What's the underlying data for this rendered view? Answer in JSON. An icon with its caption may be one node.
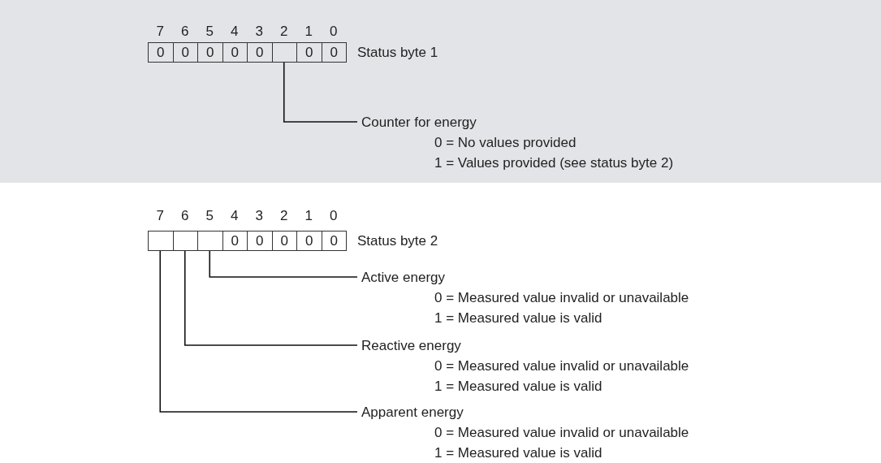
{
  "diagram": {
    "nodes": [
      {
        "text": [
          "0"
        ]
      },
      {
        "text": [
          "0"
        ]
      },
      {
        "text": [
          "0"
        ]
      },
      {
        "text": [
          "0"
        ]
      },
      {
        "text": [
          "0"
        ]
      },
      {
        "text": [],
        "shape": "box"
      },
      {
        "text": [
          "0"
        ]
      },
      {
        "text": [
          "0"
        ]
      },
      {
        "text": [
          "Counter for energy",
          "0 = No values provided",
          "1 = Values provided (see status byte 2)"
        ]
      },
      {
        "text": [],
        "shape": "box"
      },
      {
        "text": [],
        "shape": "box"
      },
      {
        "text": [],
        "shape": "box"
      },
      {
        "text": [
          "0"
        ]
      },
      {
        "text": [
          "0"
        ]
      },
      {
        "text": [
          "0"
        ]
      },
      {
        "text": [
          "0"
        ]
      },
      {
        "text": [
          "0"
        ]
      },
      {
        "text": [
          "Active energy",
          "0 = Measured value invalid or unavailable",
          "1 = Measured value is valid"
        ]
      },
      {
        "text": [
          "Reactive energy",
          "0 = Measured value invalid or unavailable",
          "1 = Measured value is valid"
        ]
      },
      {
        "text": [
          "Apparent energy",
          "0 = Measured value invalid or unavailable",
          "1 = Measured value is valid"
        ]
      }
    ],
    "edges": [
      {
        "from": 8,
        "to": 5,
        "arrow": "none"
      },
      {
        "from": 17,
        "to": 11,
        "arrow": "none"
      },
      {
        "from": 18,
        "to": 10,
        "arrow": "none"
      },
      {
        "from": 19,
        "to": 9,
        "arrow": "none"
      }
    ],
    "labels": [
      "7",
      "6",
      "5",
      "4",
      "3",
      "2",
      "1",
      "0",
      "Status byte 1",
      "7",
      "6",
      "5",
      "4",
      "3",
      "2",
      "1",
      "0",
      "Status byte 2"
    ]
  }
}
